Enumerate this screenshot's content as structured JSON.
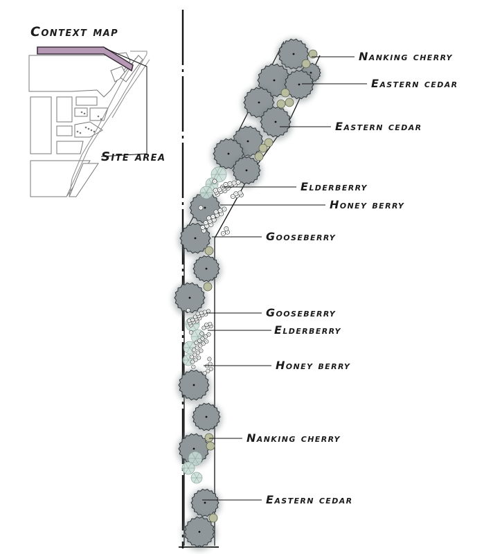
{
  "context_map": {
    "title": "Context map",
    "site_label": "Site area",
    "highlight_color": "#b69ab5"
  },
  "plant_labels": [
    {
      "id": "nanking-cherry-top",
      "text": "Nanking cherry"
    },
    {
      "id": "eastern-cedar-1",
      "text": "Eastern cedar"
    },
    {
      "id": "eastern-cedar-2",
      "text": "Eastern cedar"
    },
    {
      "id": "elderberry-1",
      "text": "Elderberry"
    },
    {
      "id": "honey-berry-1",
      "text": "Honey berry"
    },
    {
      "id": "gooseberry-1",
      "text": "Gooseberry"
    },
    {
      "id": "gooseberry-2",
      "text": "Gooseberry"
    },
    {
      "id": "elderberry-2",
      "text": "Elderberry"
    },
    {
      "id": "honey-berry-2",
      "text": "Honey berry"
    },
    {
      "id": "nanking-cherry-bottom",
      "text": "Nanking cherry"
    },
    {
      "id": "eastern-cedar-3",
      "text": "Eastern cedar"
    }
  ],
  "colors": {
    "cedar_canopy": "#8f979a",
    "cedar_shadow": "#6f7a7d",
    "cherry_shrub": "#b9bc9e",
    "berry_cluster": "#a9b0ac",
    "elderberry": "#c9dcd6",
    "line": "#111111"
  }
}
